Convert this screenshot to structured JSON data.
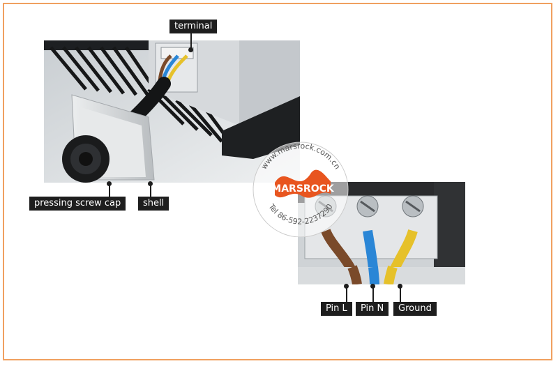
{
  "labels": {
    "terminal": "terminal",
    "pressing_screw_cap": "pressing screw cap",
    "shell": "shell",
    "pin_l": "Pin L",
    "pin_n": "Pin N",
    "ground": "Ground"
  },
  "watermark": {
    "url": "www.marsrock.com.cn",
    "brand": "MARSROCK",
    "tel": "Tel 86-592-2237290"
  },
  "colors": {
    "frame": "#f0a060",
    "label_bg": "#1e1e1e",
    "brand": "#e8551f",
    "wire_brown": "#7a4a2a",
    "wire_blue": "#2a86d6",
    "wire_yellow": "#e6c12a"
  }
}
